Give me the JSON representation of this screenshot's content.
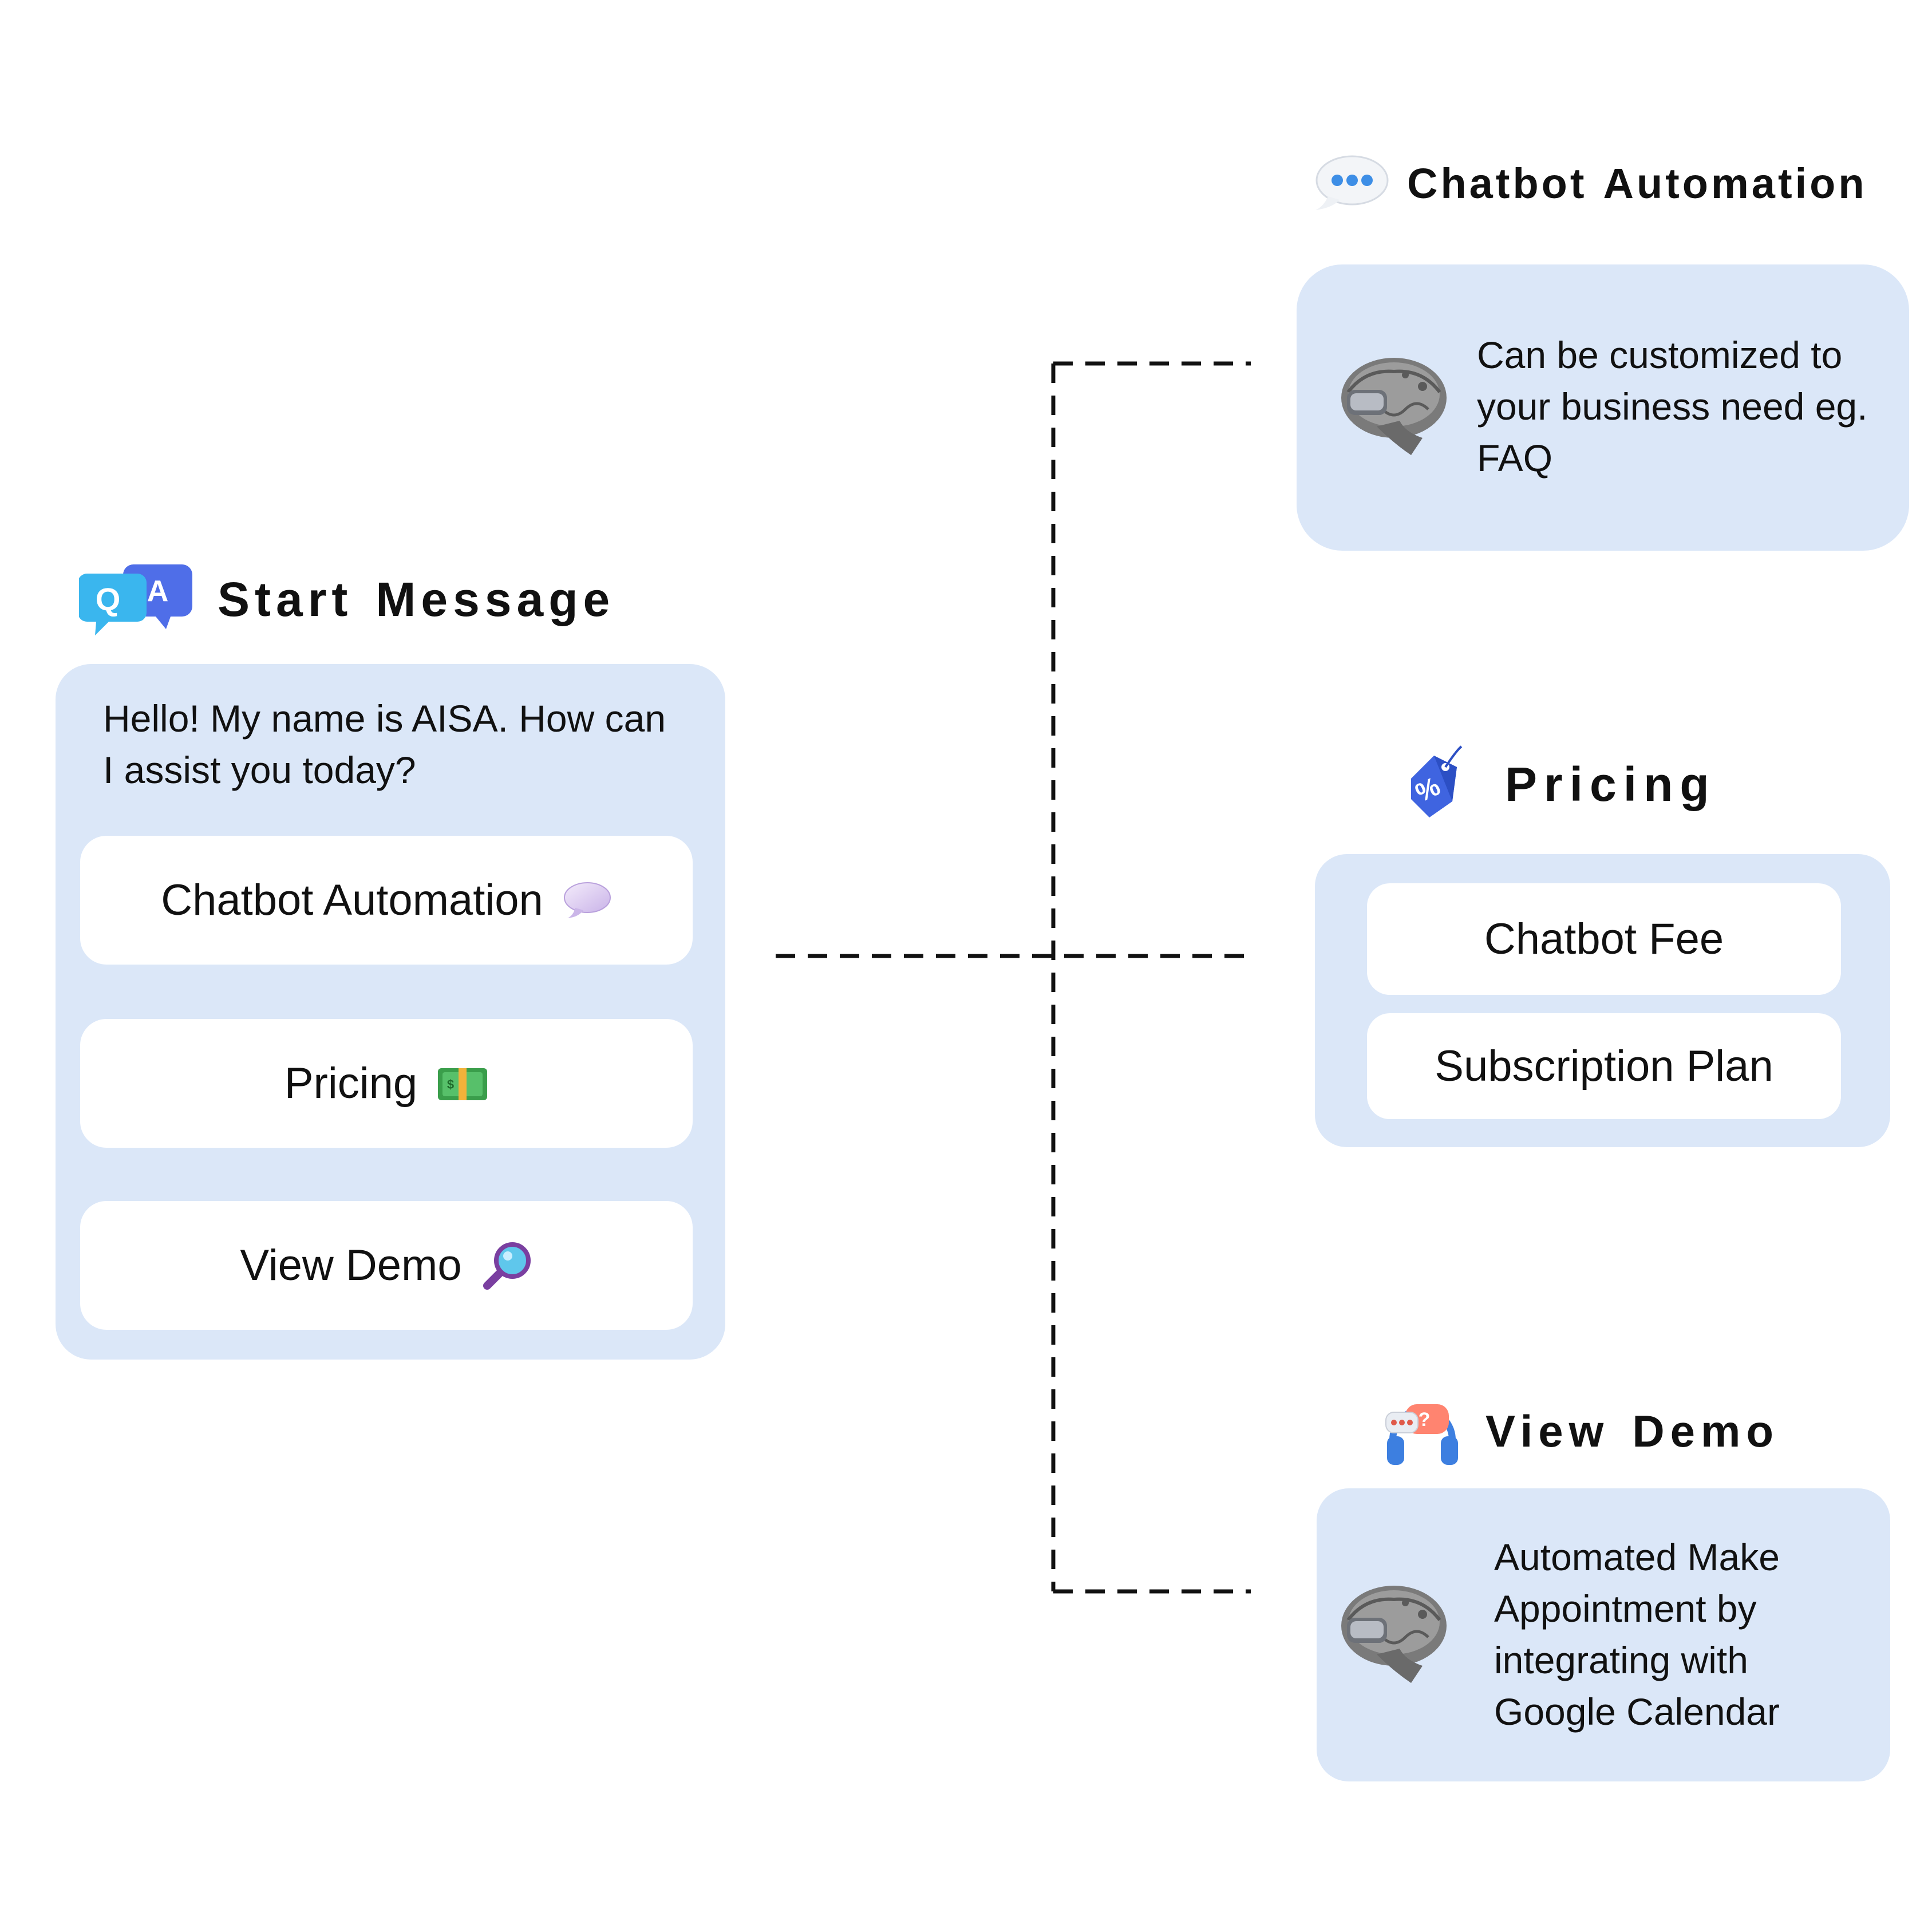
{
  "start": {
    "title": "Start",
    "title2": "Message",
    "greeting": "Hello! My name is AISA. How can I assist you today?",
    "options": [
      {
        "label": "Chatbot Automation",
        "icon": "speech-bubble-icon"
      },
      {
        "label": "Pricing",
        "icon": "money-icon"
      },
      {
        "label": "View Demo",
        "icon": "magnifier-icon"
      }
    ]
  },
  "automation": {
    "title": "Chatbot",
    "title2": "Automation",
    "icon": "typing-bubble-icon",
    "description": "Can be customized to your business need eg. FAQ"
  },
  "pricing": {
    "title": "Pricing",
    "icon": "price-tag-icon",
    "options": [
      {
        "label": "Chatbot Fee"
      },
      {
        "label": "Subscription Plan"
      }
    ]
  },
  "demo": {
    "title": "View",
    "title2": "Demo",
    "icon": "headset-chat-icon",
    "description": "Automated Make Appointment by integrating with Google Calendar"
  },
  "colors": {
    "panel": "#dbe7f8",
    "option": "#ffffff",
    "text": "#111111",
    "connector": "#111111"
  }
}
